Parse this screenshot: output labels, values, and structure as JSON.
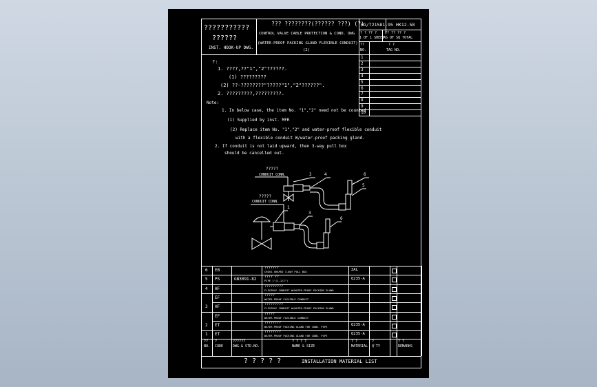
{
  "title_block": {
    "company_line1": "???????????",
    "company_line2": "??????",
    "dept": "INST. HOOK-UP DWG.",
    "chinese_title": "??? ????????(??????  ???) (?)",
    "title_line1": "CONTROL VALVE CABLE PROTECTION & COND. DWG",
    "title_line2": "(WATER-PROOF PACKING GLAND FLEXIBLE CONDUIT)",
    "title_line3": "(2)",
    "std_no": "HG/T21581-95",
    "dwg_no": "HK12-58",
    "sheet_label1": "? ? ?? ?",
    "sheet_label2": "1 OF 1 SHEET",
    "sheet_label3": "?? ?? ?? ?",
    "sheet_label4": "AS OF SQ TOTAL"
  },
  "rev_table": {
    "header_no_top": "??",
    "header_no": "NO.",
    "header_item_top": "? ?",
    "header_item": "TAG NO.",
    "rows": [
      "1",
      "2",
      "3",
      "4",
      "5",
      "6",
      "7",
      "8",
      "9",
      "10"
    ]
  },
  "notes": {
    "zh_label": "?:",
    "zh_1": "1. ????,??\"1\",\"2\"??????.",
    "zh_1_1": "(1) ?????????",
    "zh_1_2": "(2) ??-????????\"?????\"1\",\"2\"??????\".",
    "zh_2": "2. ?????????,?????????.",
    "label": "Note:",
    "en_1": "1. In below case, the item No. \"1\",\"2\" need not be counted",
    "en_1_1": "(1) Supplied by inst. MFR",
    "en_1_2a": "(2) Replace item No. \"1\",\"2\" and water-proof flexible conduit",
    "en_1_2b": "with a flexible conduit W/water-proof packing gland.",
    "en_2a": "2. If conduit is not laid upward, then 3-way pull box",
    "en_2b": "should be cancelled out."
  },
  "diagram": {
    "conduit_top_zh": "?????",
    "conduit_top": "CONDUIT CONN.",
    "conduit_mid_zh": "?????",
    "conduit_mid": "CONDUIT CONN.",
    "callouts": [
      "2",
      "4",
      "6",
      "5",
      "1",
      "3",
      "6"
    ]
  },
  "material_list": {
    "rows": [
      {
        "no": "6",
        "code": "EB",
        "std": "",
        "name_zh": "???????",
        "name_en": "CROSS-SHAPED 3-WAY PULL BOX",
        "material": "ZAL"
      },
      {
        "no": "5",
        "code": "PS",
        "std": "GB3091-82",
        "name_zh": "???? ??",
        "name_en": "PIPE 1\"(1-1/2\")",
        "material": "Q235-A"
      },
      {
        "no": "4",
        "code": "HF",
        "std": "",
        "name_zh": "?????????",
        "name_en": "FLEXIBLE CONDUIT W/WATER-PROOF PACKING GLAND",
        "material": ""
      },
      {
        "no": "",
        "code": "EF",
        "std": "",
        "name_zh": "?????",
        "name_en": "WATER-PROOF FLEXIBLE CONDUIT",
        "material": ""
      },
      {
        "no": "3",
        "code": "HF",
        "std": "",
        "name_zh": "?????????",
        "name_en": "FLEXIBLE CONDUIT W/WATER-PROOF PACKING GLAND",
        "material": ""
      },
      {
        "no": "",
        "code": "EF",
        "std": "",
        "name_zh": "?????",
        "name_en": "WATER-PROOF FLEXIBLE CONDUIT",
        "material": ""
      },
      {
        "no": "2",
        "code": "ET",
        "std": "",
        "name_zh": "????????",
        "name_en": "WATER-PROOF PACKING GLAND FOR COND. PIPE",
        "material": "Q235-A"
      },
      {
        "no": "1",
        "code": "ET",
        "std": "",
        "name_zh": "????????",
        "name_en": "WATER-PROOF PACKING GLAND FOR COND. PIPE",
        "material": "Q235-A"
      }
    ],
    "header": {
      "no_top": "??",
      "no": "NO.",
      "code_top": "?",
      "code": "CODE",
      "std_top": "??????",
      "std": "DWG.& STD.NO.",
      "name_top": "? ? ? ?",
      "name": "NAME & SIZE",
      "material_top": "? ?",
      "material": "MATERIAL",
      "qty_top": "?",
      "qty": "Q'TY",
      "remarks_top": "? ?",
      "remarks": "REMARKS"
    },
    "footer_zh": "? ? ? ? ?",
    "footer_en": "INSTALLATION MATERIAL LIST"
  }
}
